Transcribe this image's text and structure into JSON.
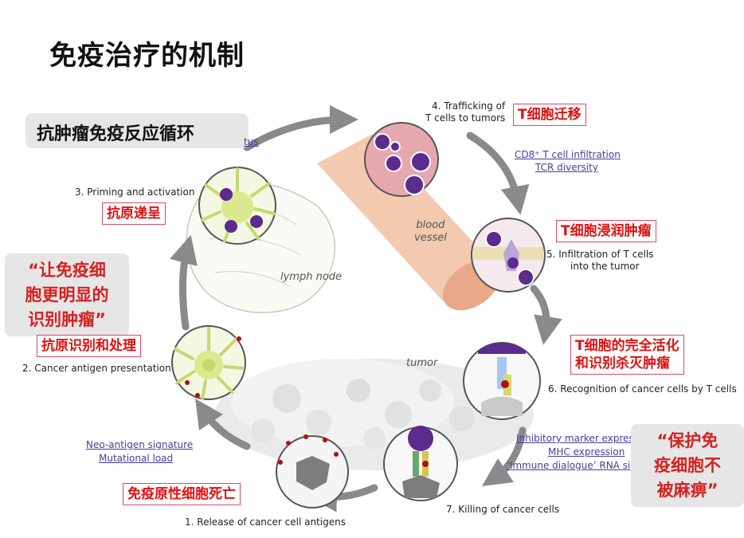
{
  "title": "免疫治疗的机制",
  "cycle_label": "抗肿瘤免疫反应循环",
  "cycle_label_obscured_text": "tus",
  "quote_left": {
    "line1": "“让免疫细",
    "line2": "胞更明显的",
    "line3": "识别肿瘤”"
  },
  "quote_right": {
    "line1": "“保护免",
    "line2": "疫细胞不",
    "line3": "被麻痹”"
  },
  "steps": {
    "s1": "1. Release of cancer cell antigens",
    "s2": "2. Cancer antigen presentation",
    "s3": "3. Priming and activation",
    "s4_line1": "4. Trafficking of",
    "s4_line2": "T cells to tumors",
    "s5_line1": "5. Infiltration of T cells",
    "s5_line2": "into the tumor",
    "s6": "6. Recognition of cancer cells by T cells",
    "s7": "7. Killing of cancer cells"
  },
  "cn_labels": {
    "antigen_presentation": "抗原递呈",
    "antigen_recognition": "抗原识别和处理",
    "t_cell_migration": "T细胞迁移",
    "t_cell_infiltration": "T细胞浸润肿瘤",
    "t_cell_activation_line1": "T细胞的完全活化",
    "t_cell_activation_line2": "和识别杀灭肿瘤",
    "immunogenic_death": "免疫原性细胞死亡"
  },
  "notes": {
    "cd8": "CD8⁺ T cell  infiltration",
    "tcr": "TCR diversity",
    "neo": "Neo-antigen signature",
    "mut": "Mutational load",
    "inhib": "Inhibitory marker express",
    "mhc": "MHC expression",
    "rna": "‘Immune dialogue’ RNA sign"
  },
  "organs": {
    "blood_line1": "blood",
    "blood_line2": "vessel",
    "lymph": "lymph node",
    "tumor": "tumor"
  },
  "colors": {
    "accent_red": "#e01010",
    "quote_red": "#d72020",
    "link_purple": "#4a3c9c",
    "box_gray": "#e6e6e6"
  }
}
